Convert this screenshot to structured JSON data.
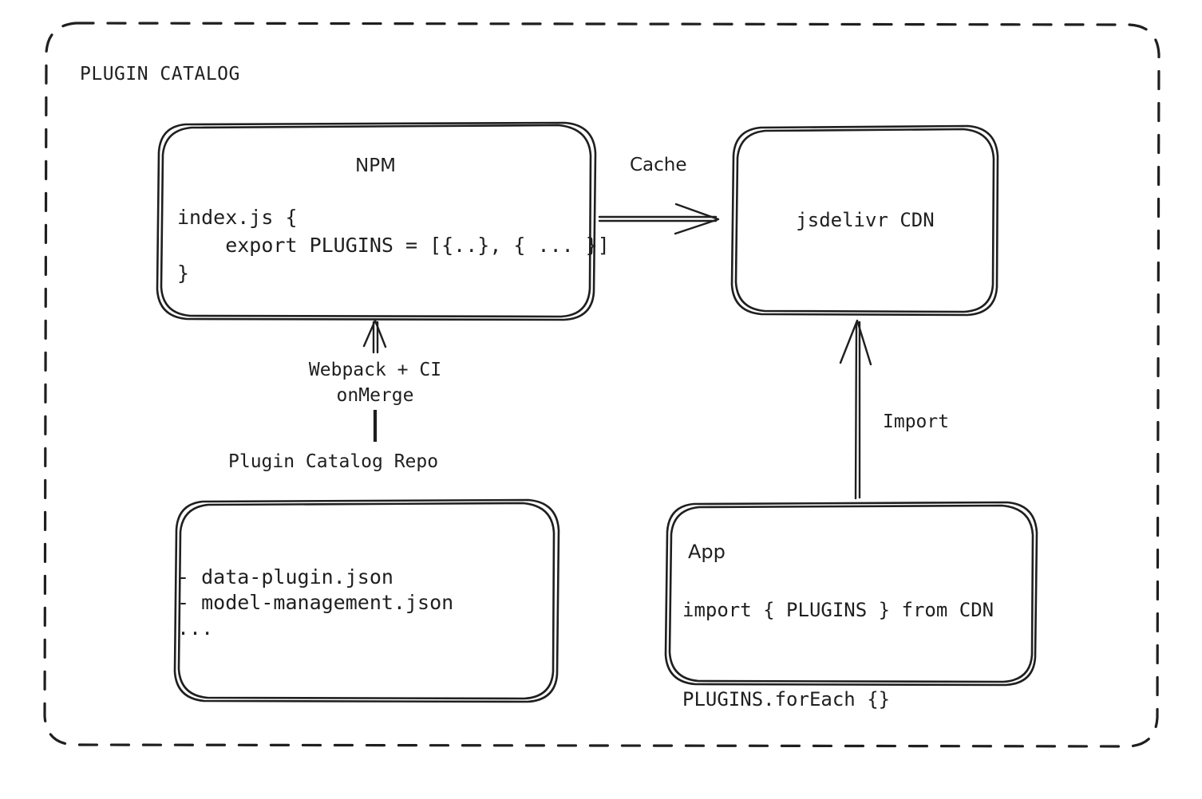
{
  "frame": {
    "title": "PLUGIN CATALOG",
    "style": "dashed-rounded-container"
  },
  "colors": {
    "stroke": "#1f1f1f",
    "background": "#ffffff",
    "text": "#1f1f1f"
  },
  "nodes": {
    "npm": {
      "title": "NPM",
      "code": "index.js {\n    export PLUGINS = [{..}, { ... }]\n}"
    },
    "cdn": {
      "title": "jsdelivr CDN"
    },
    "repo": {
      "title": "Plugin Catalog Repo",
      "code": "- data-plugin.json\n- model-management.json\n..."
    },
    "app": {
      "title": "App",
      "code": "import { PLUGINS } from CDN\n\nPLUGINS.forEach {}"
    }
  },
  "edges": {
    "cache": {
      "label": "Cache",
      "from": "npm",
      "to": "cdn",
      "direction": "right"
    },
    "build": {
      "label": "Webpack + CI\nonMerge",
      "from": "repo",
      "to": "npm",
      "direction": "up"
    },
    "import": {
      "label": "Import",
      "from": "app",
      "to": "cdn",
      "direction": "up"
    }
  }
}
